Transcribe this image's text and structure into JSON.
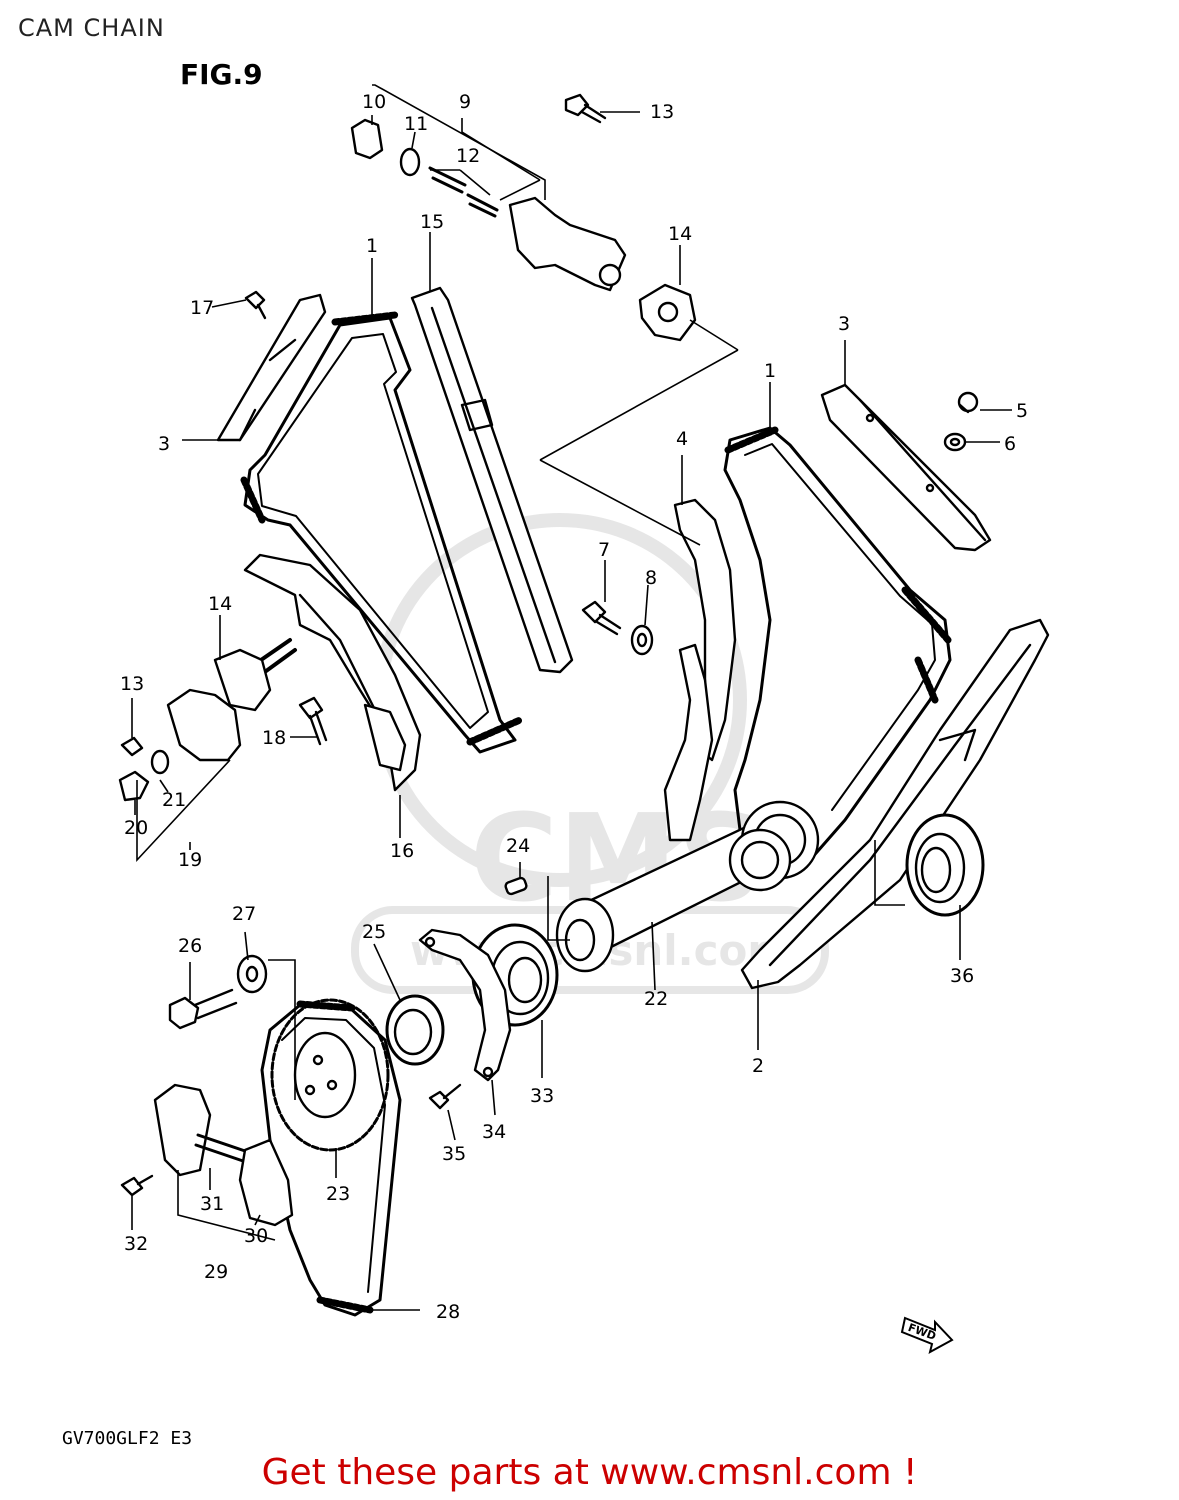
{
  "page": {
    "title": "CAM CHAIN",
    "figure": "FIG.9",
    "model": "GV700GLF2 E3",
    "footer": "Get these parts at www.cmsnl.com !",
    "footer_color": "#cc0000"
  },
  "watermark": {
    "text": "CMS",
    "url": "www.cmsnl.com"
  },
  "direction_tag": "FWD",
  "callouts": [
    {
      "id": "c1a",
      "label": "1"
    },
    {
      "id": "c1b",
      "label": "1"
    },
    {
      "id": "c2",
      "label": "2"
    },
    {
      "id": "c3a",
      "label": "3"
    },
    {
      "id": "c3b",
      "label": "3"
    },
    {
      "id": "c4",
      "label": "4"
    },
    {
      "id": "c5",
      "label": "5"
    },
    {
      "id": "c6",
      "label": "6"
    },
    {
      "id": "c7",
      "label": "7"
    },
    {
      "id": "c8",
      "label": "8"
    },
    {
      "id": "c9",
      "label": "9"
    },
    {
      "id": "c10",
      "label": "10"
    },
    {
      "id": "c11",
      "label": "11"
    },
    {
      "id": "c12",
      "label": "12"
    },
    {
      "id": "c13a",
      "label": "13"
    },
    {
      "id": "c13b",
      "label": "13"
    },
    {
      "id": "c14a",
      "label": "14"
    },
    {
      "id": "c14b",
      "label": "14"
    },
    {
      "id": "c15",
      "label": "15"
    },
    {
      "id": "c16",
      "label": "16"
    },
    {
      "id": "c17",
      "label": "17"
    },
    {
      "id": "c18",
      "label": "18"
    },
    {
      "id": "c19",
      "label": "19"
    },
    {
      "id": "c20",
      "label": "20"
    },
    {
      "id": "c21",
      "label": "21"
    },
    {
      "id": "c22",
      "label": "22"
    },
    {
      "id": "c23",
      "label": "23"
    },
    {
      "id": "c24",
      "label": "24"
    },
    {
      "id": "c25",
      "label": "25"
    },
    {
      "id": "c26",
      "label": "26"
    },
    {
      "id": "c27",
      "label": "27"
    },
    {
      "id": "c28",
      "label": "28"
    },
    {
      "id": "c29",
      "label": "29"
    },
    {
      "id": "c30",
      "label": "30"
    },
    {
      "id": "c31",
      "label": "31"
    },
    {
      "id": "c32",
      "label": "32"
    },
    {
      "id": "c33",
      "label": "33"
    },
    {
      "id": "c34",
      "label": "34"
    },
    {
      "id": "c35",
      "label": "35"
    },
    {
      "id": "c36",
      "label": "36"
    }
  ]
}
